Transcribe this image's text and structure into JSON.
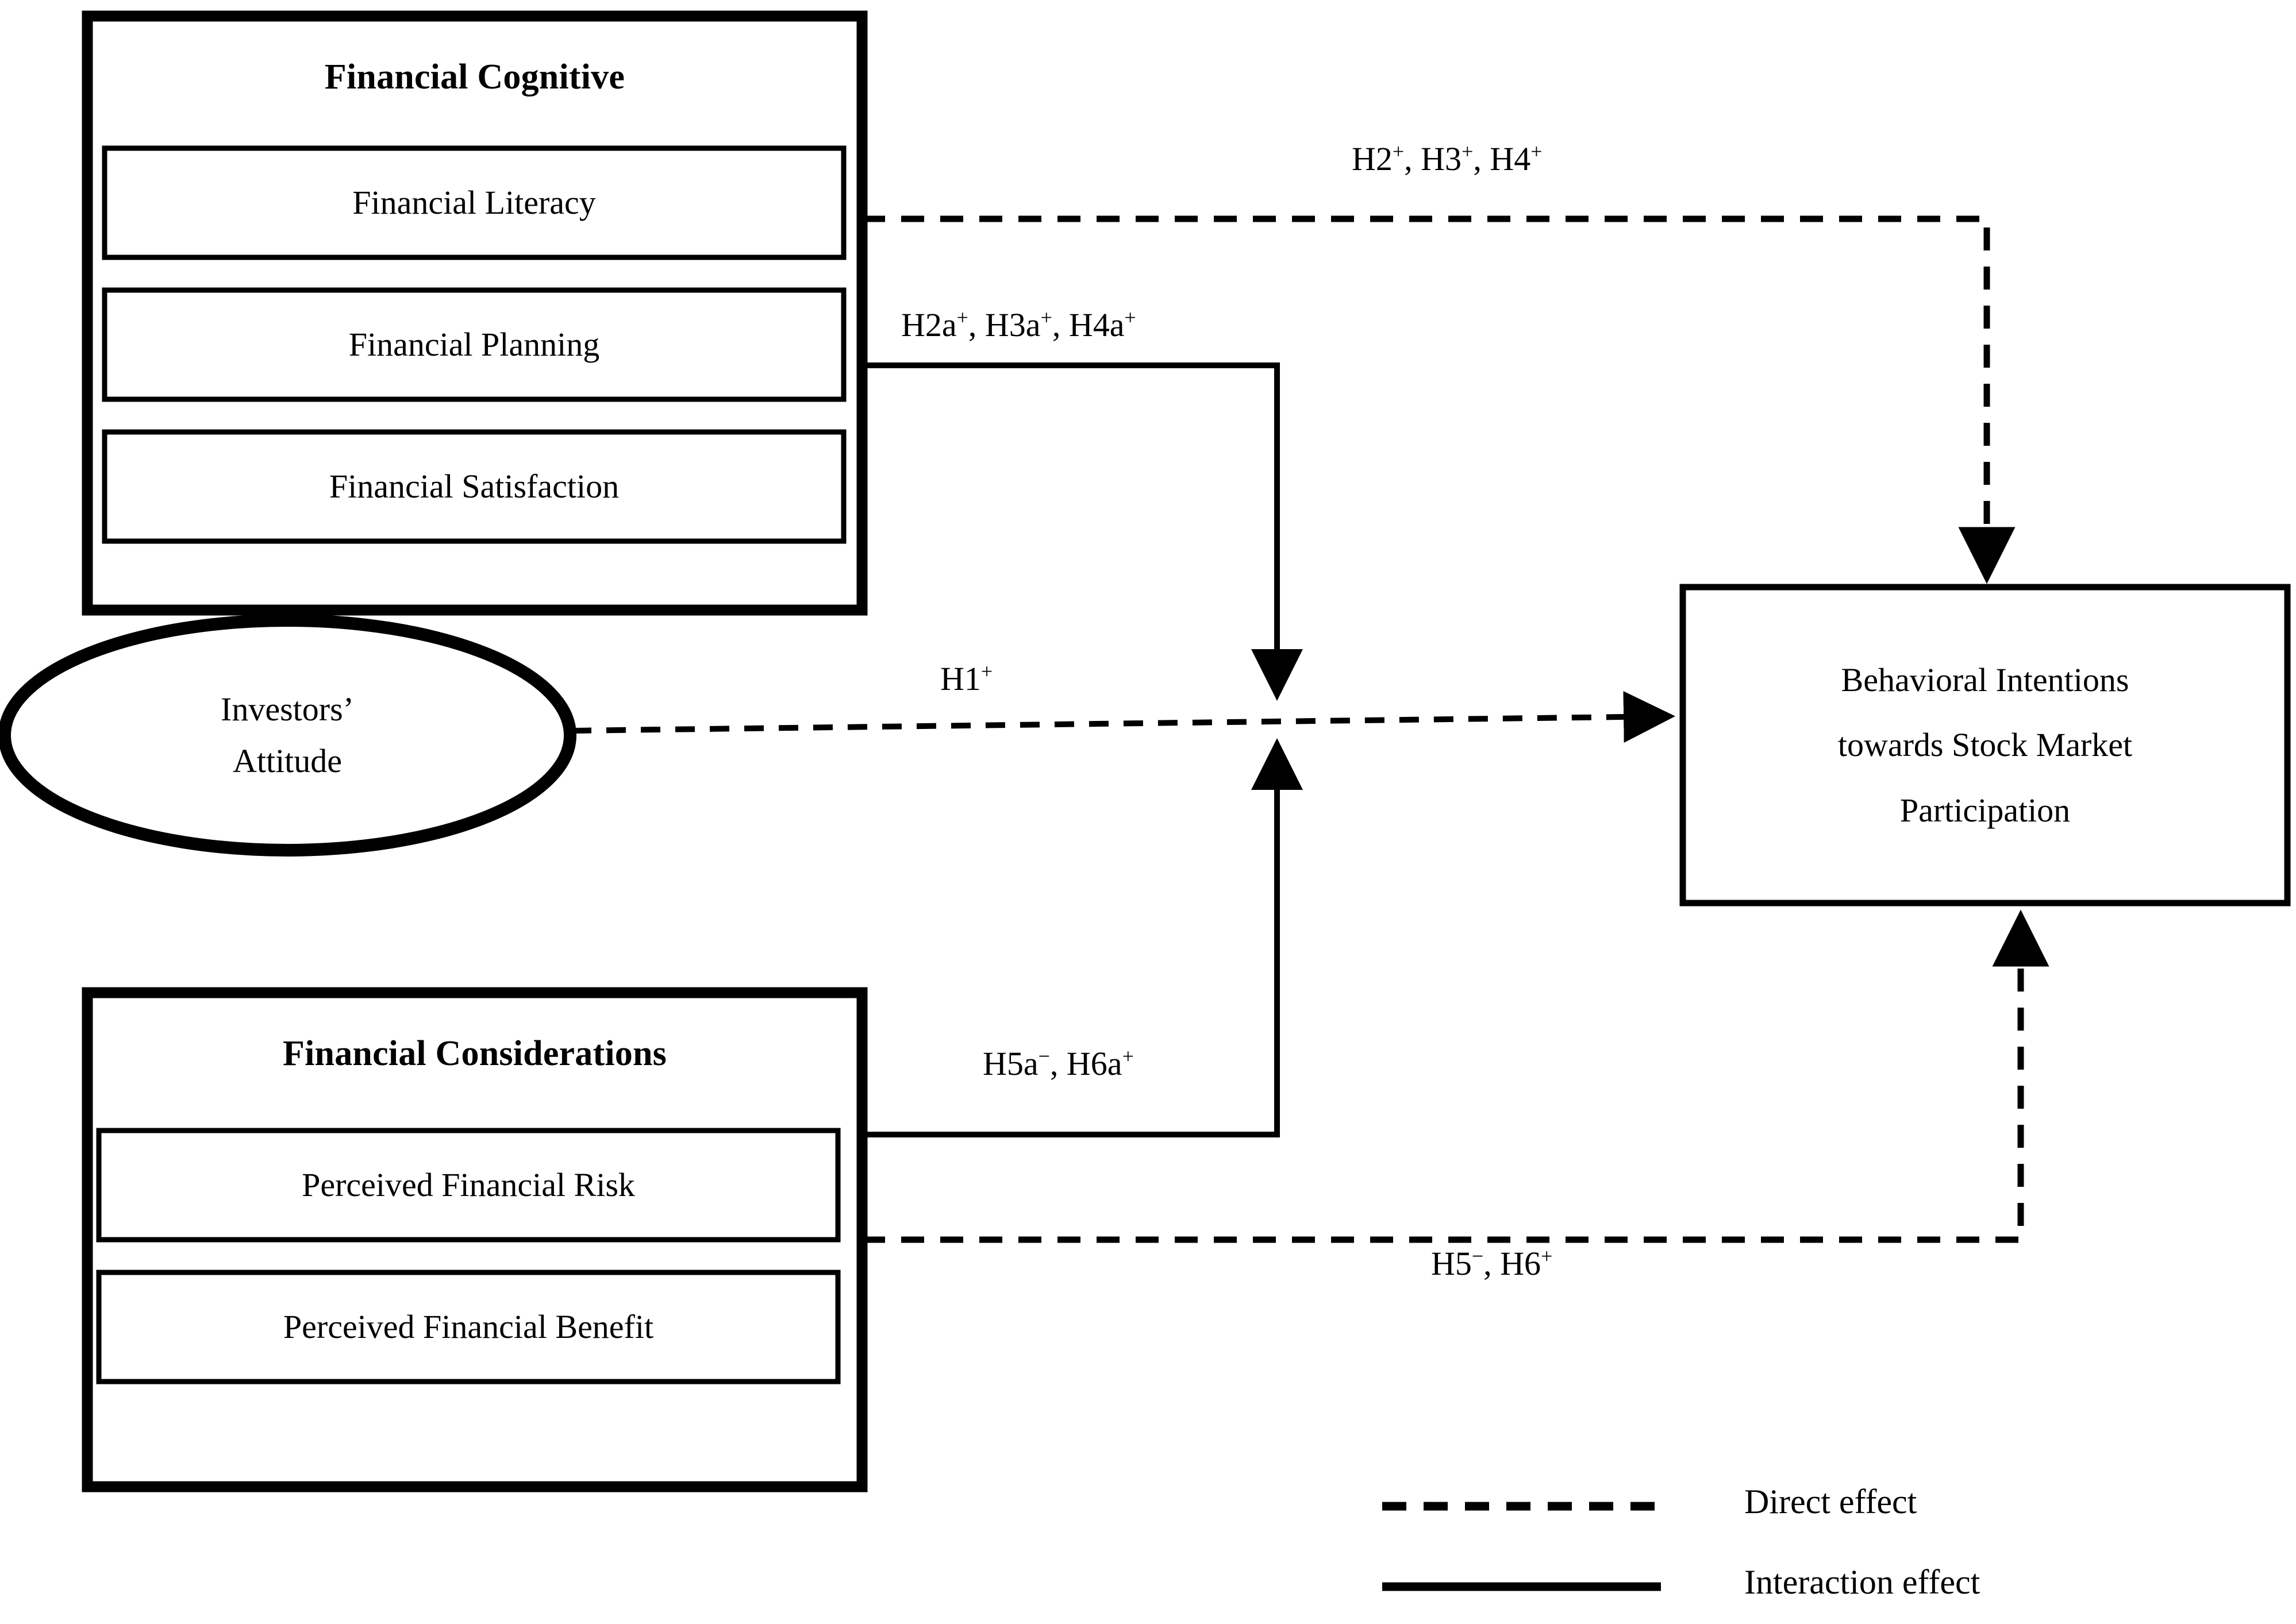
{
  "diagram": {
    "title_present": false,
    "groups": [
      {
        "id": "financial-cognitive",
        "title": "Financial Cognitive",
        "items": [
          {
            "label": "Financial Literacy"
          },
          {
            "label": "Financial Planning"
          },
          {
            "label": "Financial Satisfaction"
          }
        ]
      },
      {
        "id": "financial-considerations",
        "title": "Financial Considerations",
        "items": [
          {
            "label": "Perceived Financial Risk"
          },
          {
            "label": "Perceived Financial Benefit"
          }
        ]
      }
    ],
    "moderator": {
      "id": "investors-attitude",
      "line1": "Investors’",
      "line2": "Attitude"
    },
    "outcome": {
      "id": "behavioral-intentions",
      "line1": "Behavioral Intentions",
      "line2": "towards Stock Market",
      "line3": "Participation"
    },
    "edge_labels": [
      {
        "id": "h2-h3-h4",
        "base1": "H2",
        "sign1": "+",
        "base2": "H3",
        "sign2": "+",
        "base3": "H4",
        "sign3": "+",
        "text": "H2+, H3+, H4+"
      },
      {
        "id": "h2a-h3a-h4a",
        "base1": "H2a",
        "sign1": "+",
        "base2": "H3a",
        "sign2": "+",
        "base3": "H4a",
        "sign3": "+",
        "text": "H2a+, H3a+, H4a+"
      },
      {
        "id": "h1",
        "base1": "H1",
        "sign1": "+",
        "text": "H1+"
      },
      {
        "id": "h5a-h6a",
        "base1": "H5a",
        "sign1": "−",
        "base2": "H6a",
        "sign2": "+",
        "text": "H5a-, H6a+"
      },
      {
        "id": "h5-h6",
        "base1": "H5",
        "sign1": "−",
        "base2": "H6",
        "sign2": "+",
        "text": "H5-, H6+"
      }
    ],
    "legend": {
      "items": [
        {
          "id": "direct-effect",
          "label": "Direct effect",
          "style": "dashed"
        },
        {
          "id": "interaction-effect",
          "label": "Interaction effect",
          "style": "solid"
        }
      ]
    },
    "colors": {
      "stroke": "#000000",
      "background": "#ffffff",
      "text": "#000000"
    }
  }
}
